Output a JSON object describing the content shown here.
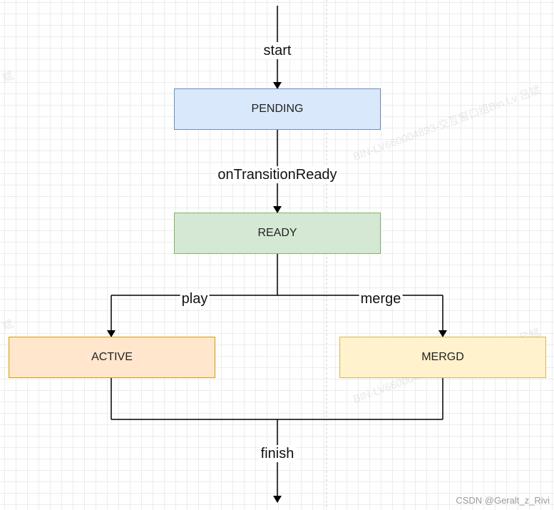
{
  "nodes": {
    "pending": {
      "label": "PENDING",
      "fill": "#dae8fc",
      "stroke": "#6c8ebf"
    },
    "ready": {
      "label": "READY",
      "fill": "#d5e8d4",
      "stroke": "#82b366"
    },
    "active": {
      "label": "ACTIVE",
      "fill": "#ffe6cc",
      "stroke": "#d79b00"
    },
    "mergd": {
      "label": "MERGD",
      "fill": "#fff2cc",
      "stroke": "#d6b656"
    }
  },
  "edges": {
    "start": "start",
    "on_transition_ready": "onTransitionReady",
    "play": "play",
    "merge": "merge",
    "finish": "finish"
  },
  "watermarks": [
    "BIN-LV660004893-交互窗口组Bin Lv 吕斌",
    "BIN-LV660004893-交互窗口组Bin Lv 吕斌",
    "斌",
    "斌"
  ],
  "footer": {
    "credit": "CSDN @Geralt_z_Rivi"
  }
}
